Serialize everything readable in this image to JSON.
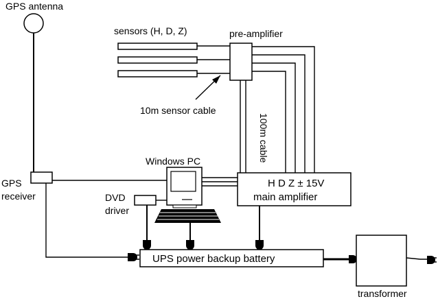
{
  "labels": {
    "gps_antenna": "GPS antenna",
    "sensors": "sensors (H, D, Z)",
    "pre_amplifier": "pre-amplifier",
    "sensor_cable": "10m sensor cable",
    "cable_100m": "100m cable",
    "windows_pc": "Windows PC",
    "gps_receiver_line1": "GPS",
    "gps_receiver_line2": "receiver",
    "dvd_line1": "DVD",
    "dvd_line2": "driver",
    "main_amp_line1": "H D Z ± 15V",
    "main_amp_line2": "main amplifier",
    "ups": "UPS power backup battery",
    "transformer": "transformer"
  }
}
